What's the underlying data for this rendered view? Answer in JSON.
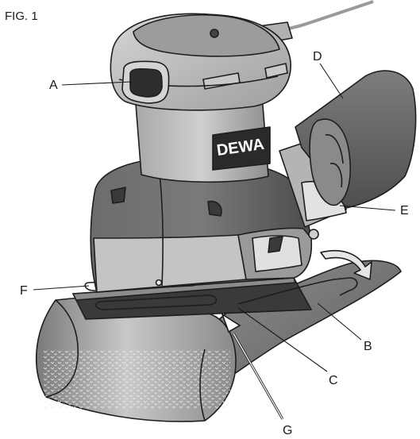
{
  "figure_label": "FIG. 1",
  "callouts": {
    "a": "A",
    "b": "B",
    "c": "C",
    "d": "D",
    "e": "E",
    "f": "F",
    "g": "G"
  },
  "brand_text": "DEWA",
  "colors": {
    "dark_body": "#5a5a5a",
    "light_body": "#b9b9b9",
    "dust_bag": "#6f6f6f",
    "outline": "#1e1e1e"
  }
}
